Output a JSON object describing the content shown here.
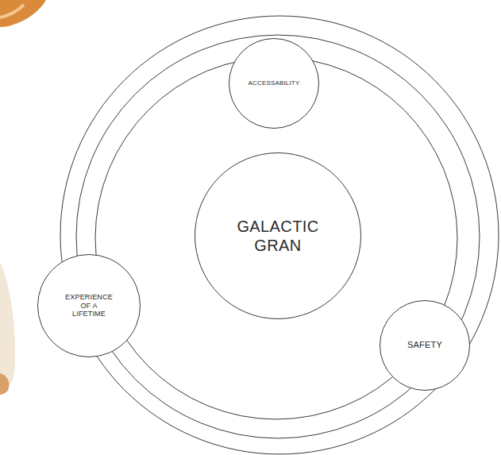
{
  "diagram": {
    "nodes": [
      {
        "text": [
          "GALACTIC GRAN"
        ]
      },
      {
        "text": [
          "ACCESSABILITY"
        ]
      },
      {
        "text": [
          "EXPERIENCE OF A LIFETIME"
        ]
      },
      {
        "text": [
          "SAFETY"
        ]
      }
    ]
  }
}
